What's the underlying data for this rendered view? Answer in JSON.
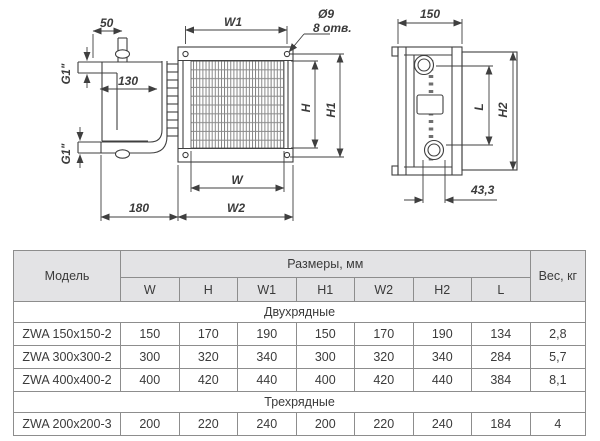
{
  "drawing": {
    "front": {
      "label_50": "50",
      "label_g1_top": "G1\"",
      "label_130": "130",
      "label_g1_bot": "G1\"",
      "label_180": "180",
      "label_w": "W",
      "label_w1": "W1",
      "label_w2": "W2",
      "label_h": "H",
      "label_h1": "H1",
      "label_dia": "Ø9",
      "label_holes": "8 отв."
    },
    "side": {
      "label_150": "150",
      "label_l": "L",
      "label_h2": "H2",
      "label_433": "43,3"
    }
  },
  "table": {
    "col_model": "Модель",
    "col_sizes": "Размеры, мм",
    "col_weight": "Вес, кг",
    "size_columns": [
      "W",
      "H",
      "W1",
      "H1",
      "W2",
      "H2",
      "L"
    ],
    "sections": [
      {
        "label": "Двухрядные",
        "rows": [
          {
            "model": "ZWA 150x150-2",
            "values": [
              "150",
              "170",
              "190",
              "150",
              "170",
              "190",
              "134"
            ],
            "weight": "2,8"
          },
          {
            "model": "ZWA 300x300-2",
            "values": [
              "300",
              "320",
              "340",
              "300",
              "320",
              "340",
              "284"
            ],
            "weight": "5,7"
          },
          {
            "model": "ZWA 400x400-2",
            "values": [
              "400",
              "420",
              "440",
              "400",
              "420",
              "440",
              "384"
            ],
            "weight": "8,1"
          }
        ]
      },
      {
        "label": "Трехрядные",
        "rows": [
          {
            "model": "ZWA 200x200-3",
            "values": [
              "200",
              "220",
              "240",
              "200",
              "220",
              "240",
              "184"
            ],
            "weight": "4"
          }
        ]
      }
    ]
  },
  "colors": {
    "line": "#3f3f3f",
    "header_bg": "#e3e3e5",
    "border": "#8d8d8d",
    "text": "#3b3b3b"
  }
}
